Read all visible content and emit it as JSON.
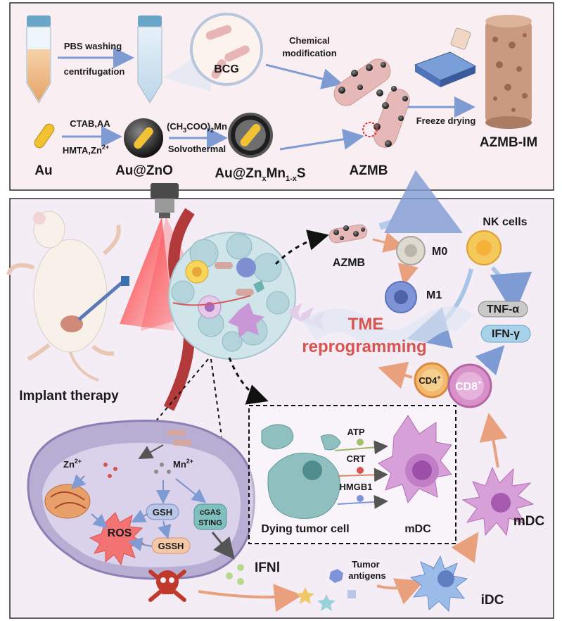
{
  "synthesis": {
    "pbs_washing": "PBS washing",
    "centrifugation": "centrifugation",
    "bcg": "BCG",
    "chemical": "Chemical",
    "modification": "modification",
    "freeze_drying": "Freeze drying",
    "azmb_im": "AZMB-IM",
    "ctab_aa": "CTAB,AA",
    "hmta": "HMTA,Zn",
    "hmta_sup": "2+",
    "mn_acetate": "(CH",
    "mn_acetate_sub1": "3",
    "mn_acetate_mid": "COO)",
    "mn_acetate_sub2": "2",
    "mn_acetate_end": "Mn",
    "solvothermal": "Solvothermal",
    "au": "Au",
    "au_zno": "Au@ZnO",
    "au_znmns_a": "Au@Zn",
    "au_znmns_x": "x",
    "au_znmns_b": "Mn",
    "au_znmns_sub": "1-x",
    "au_znmns_c": "S",
    "azmb": "AZMB"
  },
  "therapy": {
    "azmb": "AZMB",
    "m0": "M0",
    "m1": "M1",
    "nk_cells": "NK cells",
    "tnf": "TNF-α",
    "ifn_gamma": "IFN-γ",
    "tme_line1": "TME",
    "tme_line2": "reprogramming",
    "cd4": "CD4",
    "cd4_sup": "+",
    "cd8": "CD8",
    "cd8_sup": "+",
    "implant_therapy": "Implant therapy",
    "zn": "Zn",
    "zn_sup": "2+",
    "mn": "Mn",
    "mn_sup": "2+",
    "ros": "ROS",
    "gsh": "GSH",
    "gssh": "GSSH",
    "cgas": "cGAS",
    "sting": "STING",
    "ifn_one": "IFNⅠ",
    "atp": "ATP",
    "crt": "CRT",
    "hmgb1": "HMGB1",
    "dying_tumor_cell": "Dying tumor cell",
    "mdc_inner": "mDC",
    "mdc": "mDC",
    "idc": "iDC",
    "tumor": "Tumor",
    "antigens": "antigens"
  },
  "colors": {
    "panel_top_bg": "#f9eef1",
    "panel_bottom_bg": "#f4edf6",
    "border": "#2a2a2a",
    "tme_red": "#d9534f",
    "arrow_blue": "#7f9bd3",
    "arrow_orange": "#e8a07d",
    "gold": "#f1c232"
  }
}
